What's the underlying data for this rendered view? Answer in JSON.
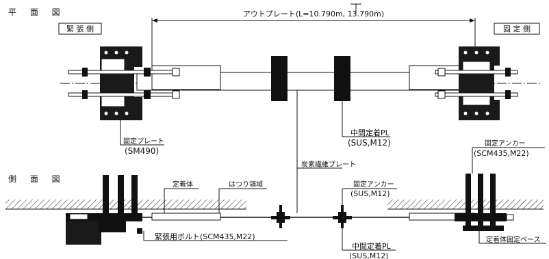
{
  "plan_view": {
    "title": "平 面 図",
    "tension_side": "緊 張 側",
    "fixed_side": "固 定 側",
    "dimension_label": "アウトプレート(L=10.790m, 13.790m)",
    "fixing_plate": {
      "label": "固定プレート",
      "spec": "(SM490)"
    },
    "intermediate_plate": {
      "label": "中間定着PL",
      "spec": "(SUS,M12)"
    }
  },
  "side_view": {
    "title": "側 面 図",
    "fixed_anchor_right": {
      "label": "固定アンカー",
      "spec": "(SCM435,M22)"
    },
    "cfrp_plate": "炭素繊維プレート",
    "anchor_body": "定着体",
    "chipping_area": "はつり領域",
    "fixed_anchor_center": {
      "label": "固定アンカー",
      "spec": "(SUS,M12)"
    },
    "tension_bolt": "緊張用ボルト(SCM435,M22)",
    "intermediate_plate": {
      "label": "中間定着PL",
      "spec": "(SUS,M12)"
    },
    "anchor_base": "定着体固定ベース"
  }
}
